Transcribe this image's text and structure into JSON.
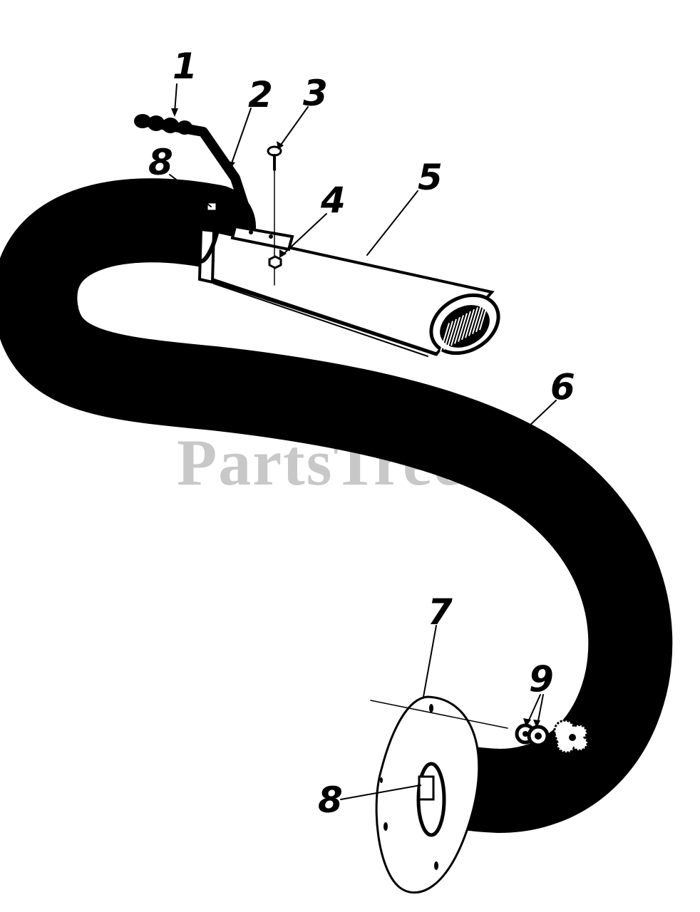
{
  "callouts": [
    {
      "id": "1",
      "label": "1"
    },
    {
      "id": "2",
      "label": "2"
    },
    {
      "id": "3",
      "label": "3"
    },
    {
      "id": "4",
      "label": "4"
    },
    {
      "id": "5",
      "label": "5"
    },
    {
      "id": "6",
      "label": "6"
    },
    {
      "id": "7",
      "label": "7"
    },
    {
      "id": "8a",
      "label": "8"
    },
    {
      "id": "8b",
      "label": "8"
    },
    {
      "id": "9",
      "label": "9"
    }
  ],
  "watermark": {
    "text": "PartsTree",
    "trademark": "™"
  },
  "colors": {
    "ink": "#000000",
    "watermark": "#c8c8c8",
    "paper": "#ffffff"
  }
}
